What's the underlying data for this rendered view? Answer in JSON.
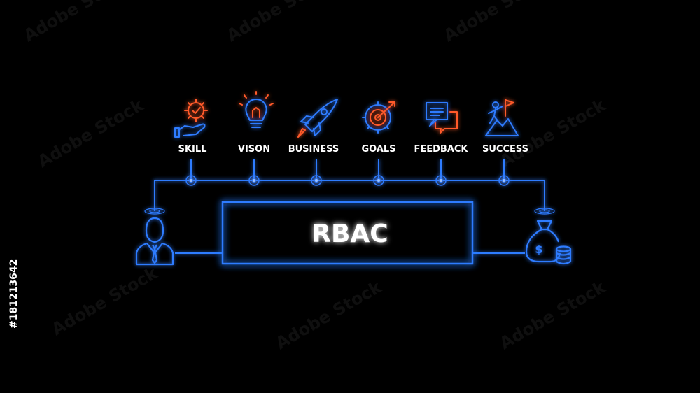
{
  "diagram": {
    "title": "RBAC",
    "items": [
      {
        "label": "SKILL",
        "icon": "gear-hand-icon"
      },
      {
        "label": "VISON",
        "icon": "lightbulb-icon"
      },
      {
        "label": "BUSINESS",
        "icon": "rocket-icon"
      },
      {
        "label": "GOALS",
        "icon": "target-gear-icon"
      },
      {
        "label": "FEEDBACK",
        "icon": "chat-bubbles-icon"
      },
      {
        "label": "SUCCESS",
        "icon": "mountain-flag-icon"
      }
    ],
    "left_icon": "user-icon",
    "right_icon": "money-bag-icon"
  },
  "watermark": {
    "text": "Adobe Stock",
    "id": "#181213642"
  },
  "colors": {
    "background": "#000000",
    "neon_blue": "#2f7bff",
    "neon_orange": "#ff5a2a",
    "text": "#ffffff"
  }
}
